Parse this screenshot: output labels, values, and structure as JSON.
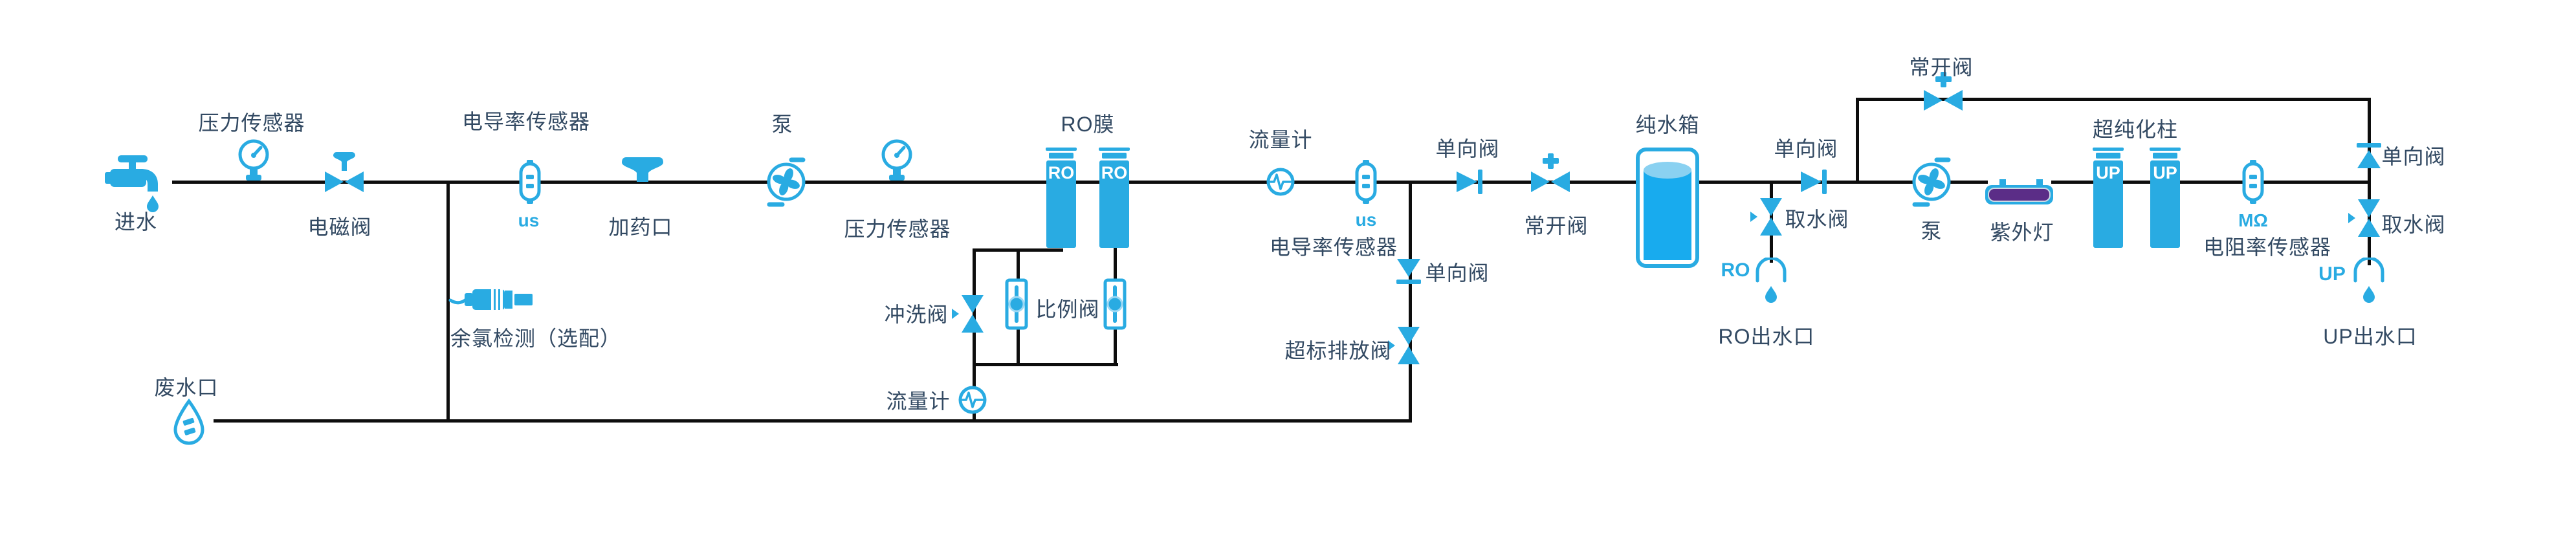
{
  "diagram": {
    "type": "water-purification-flow-diagram",
    "colors": {
      "accent": "#29abe2",
      "label_text": "#334a63",
      "pipe": "#0d0d0d",
      "uv_purple": "#5b2d87",
      "tank_water": "#18abee",
      "tank_surface": "#8ad1f1"
    },
    "c": {
      "inlet": {
        "label": "进水"
      },
      "pressure1": {
        "label": "压力传感器"
      },
      "solenoid": {
        "label": "电磁阀"
      },
      "cond1": {
        "label": "电导率传感器",
        "unit": "us"
      },
      "dosing": {
        "label": "加药口"
      },
      "chlorine": {
        "label": "余氯检测（选配）"
      },
      "pump1": {
        "label": "泵"
      },
      "pressure2": {
        "label": "压力传感器"
      },
      "ro": {
        "label": "RO膜",
        "badge": "RO"
      },
      "flush": {
        "label": "冲洗阀"
      },
      "prop": {
        "label": "比例阀"
      },
      "flow_b": {
        "label": "流量计"
      },
      "waste": {
        "label": "废水口"
      },
      "flow_t": {
        "label": "流量计"
      },
      "cond2": {
        "label": "电导率传感器",
        "unit": "us"
      },
      "check1": {
        "label": "单向阀"
      },
      "check_down": {
        "label": "单向阀"
      },
      "discharge": {
        "label": "超标排放阀"
      },
      "no1": {
        "label": "常开阀"
      },
      "tank": {
        "label": "纯水箱"
      },
      "check2": {
        "label": "单向阀"
      },
      "intake_ro": {
        "label": "取水阀"
      },
      "ro_out": {
        "label": "RO出水口",
        "badge": "RO"
      },
      "no2": {
        "label": "常开阀"
      },
      "pump2": {
        "label": "泵"
      },
      "uv": {
        "label": "紫外灯"
      },
      "up": {
        "label": "超纯化柱",
        "badge": "UP"
      },
      "resist": {
        "label": "电阻率传感器",
        "unit": "MΩ"
      },
      "check3": {
        "label": "单向阀"
      },
      "intake_up": {
        "label": "取水阀"
      },
      "up_out": {
        "label": "UP出水口",
        "badge": "UP"
      }
    }
  }
}
